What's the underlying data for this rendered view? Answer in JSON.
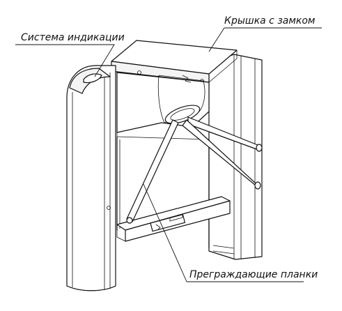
{
  "callouts": {
    "indication": "Система индикации",
    "lid": "Крышка с замком",
    "bars": "Преграждающие планки"
  }
}
